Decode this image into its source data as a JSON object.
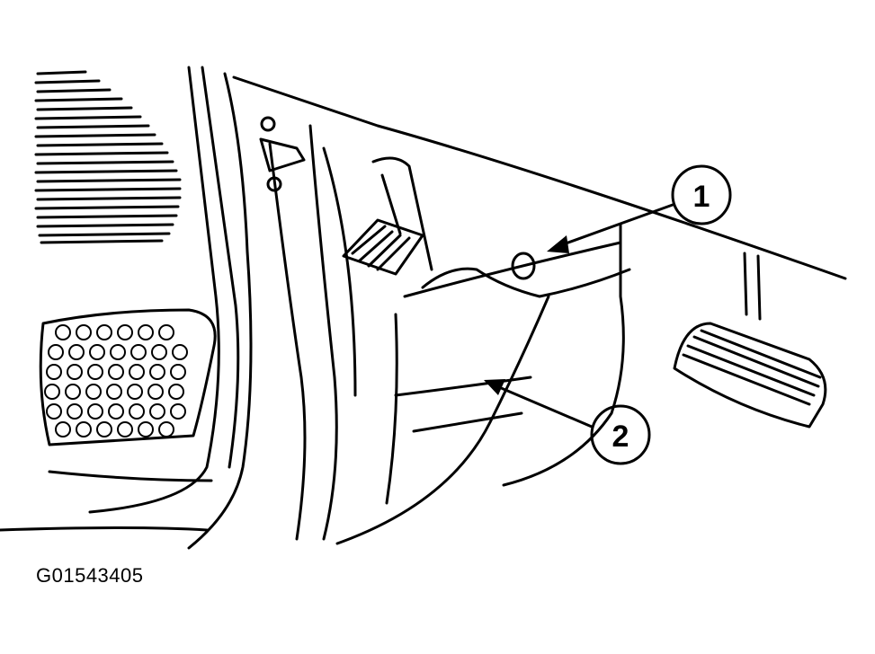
{
  "figure": {
    "id": "G01543405"
  },
  "callouts": [
    {
      "label": "1",
      "target": "hole-in-footwell-panel"
    },
    {
      "label": "2",
      "target": "footwell-kick-panel"
    }
  ],
  "colors": {
    "ink": "#000000",
    "background": "#ffffff"
  }
}
